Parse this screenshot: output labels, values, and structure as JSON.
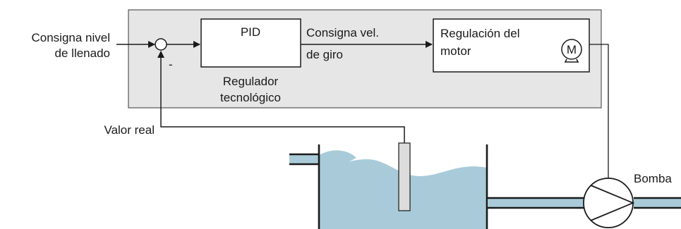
{
  "inputs": {
    "setpoint_line1": "Consigna nivel",
    "setpoint_line2": "de llenado",
    "actual_value": "Valor real",
    "minus_sign": "-"
  },
  "pid_block": {
    "label": "PID",
    "caption_line1": "Regulador",
    "caption_line2": "tecnológico"
  },
  "speed_setpoint": {
    "line1": "Consigna vel.",
    "line2": "de giro"
  },
  "motor_block": {
    "line1": "Regulación del",
    "line2": "motor",
    "symbol": "M"
  },
  "pump": {
    "label": "Bomba"
  },
  "colors": {
    "controller_panel": "#e6e6e6",
    "water": "#a9cbd9",
    "sensor": "#dcdcdc",
    "line": "#1a1a1a"
  }
}
